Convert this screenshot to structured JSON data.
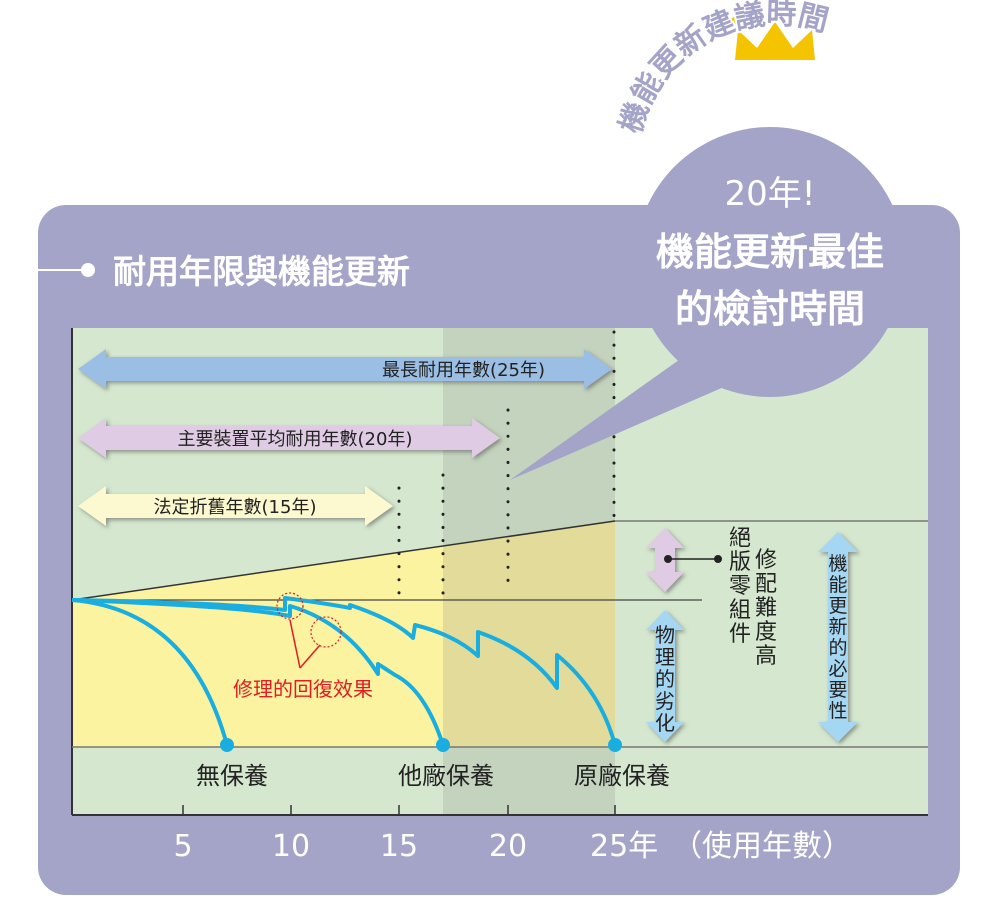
{
  "header": {
    "title": "耐用年限與機能更新"
  },
  "bubble": {
    "arc_text": "機能更新建議時間",
    "line1": "20年!",
    "line2": "機能更新最佳",
    "line3": "的檢討時間"
  },
  "arrows": {
    "max_life": "最長耐用年數(25年)",
    "main_equipment": "主要裝置平均耐用年數(20年)",
    "legal_depreciation": "法定折舊年數(15年)"
  },
  "side_labels": {
    "parts": [
      "絕",
      "版",
      "零",
      "組",
      "件"
    ],
    "repair": [
      "修",
      "配",
      "難",
      "度",
      "高"
    ],
    "physical": [
      "物",
      "理",
      "的",
      "劣",
      "化"
    ],
    "renewal": [
      "機",
      "能",
      "更",
      "新",
      "的",
      "必",
      "要",
      "性"
    ]
  },
  "repair_effect": "修理的回復效果",
  "curves": [
    {
      "label": "無保養",
      "end_year": 7
    },
    {
      "label": "他廠保養",
      "end_year": 17
    },
    {
      "label": "原廠保養",
      "end_year": 25
    }
  ],
  "x_axis": {
    "ticks": [
      "5",
      "10",
      "15",
      "20"
    ],
    "last": "25年",
    "unit": "（使用年數）"
  },
  "colors": {
    "panel": "#a4a4c9",
    "plot": "#d5e8cf",
    "shade": "#c5ccb7",
    "yellow": "#fbf3a0",
    "curve": "#1aaee0",
    "red": "#e31b23"
  }
}
